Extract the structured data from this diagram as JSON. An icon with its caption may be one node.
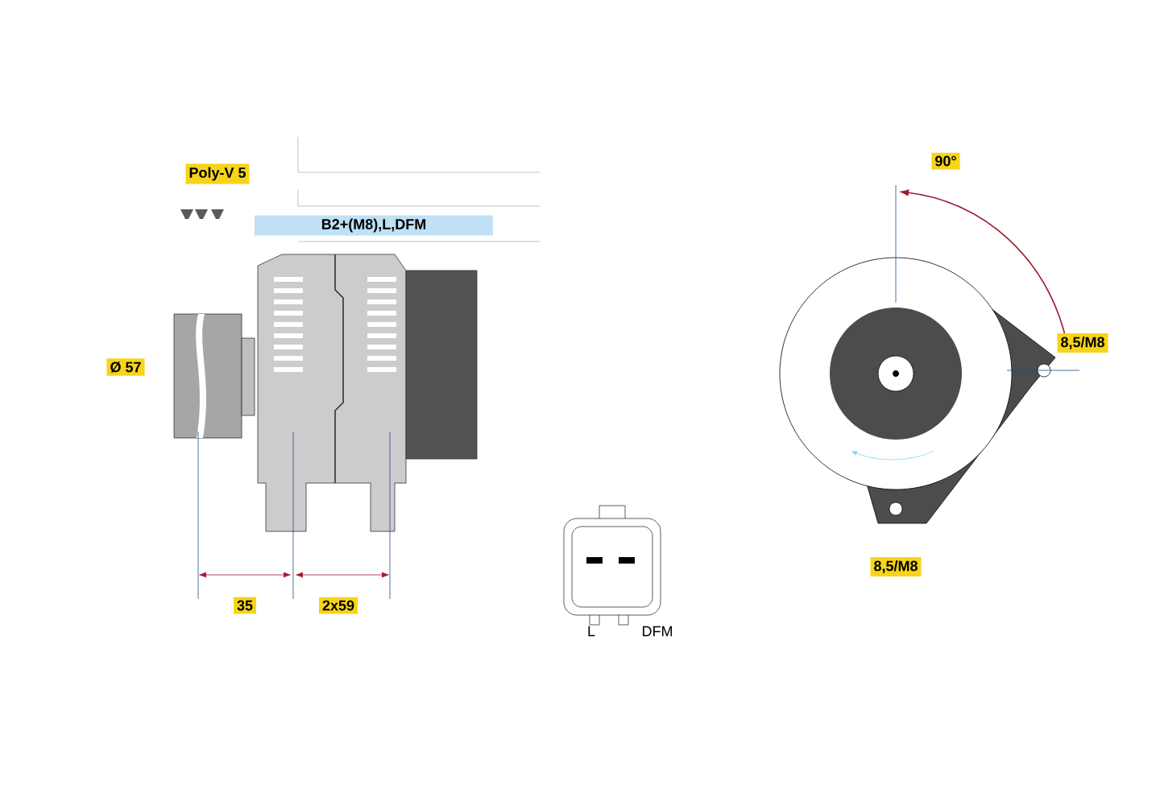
{
  "diagram": {
    "labels": [
      "Poly-V 5",
      "B2+(M8),L,DFM",
      "Ø 57",
      "35",
      "2x59",
      "L",
      "DFM",
      "90°",
      "8,5/M8",
      "8,5/M8"
    ]
  }
}
